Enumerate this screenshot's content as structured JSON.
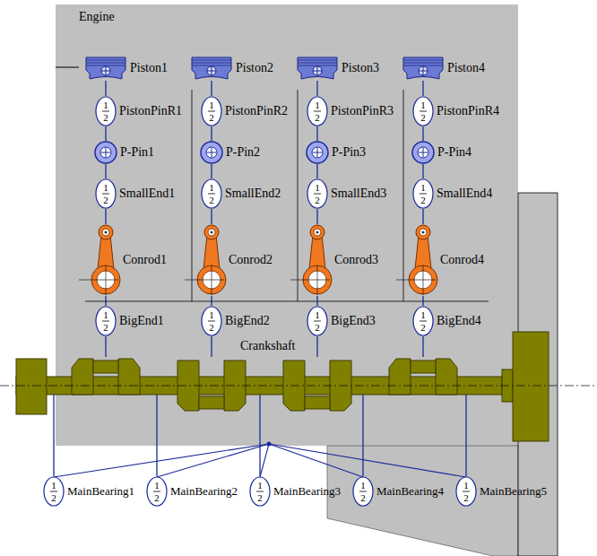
{
  "diagram": {
    "nodes": [
      {
        "text": [
          "Engine"
        ]
      },
      {
        "text": [
          "Piston1"
        ],
        "in": 0
      },
      {
        "text": [
          "Piston2"
        ],
        "in": 0
      },
      {
        "text": [
          "Piston3"
        ],
        "in": 0
      },
      {
        "text": [
          "Piston4"
        ],
        "in": 0
      },
      {
        "text": [
          "1 2",
          "PistonPinR1"
        ],
        "in": 0
      },
      {
        "text": [
          "1 2",
          "PistonPinR2"
        ],
        "in": 0
      },
      {
        "text": [
          "1 2",
          "PistonPinR3"
        ],
        "in": 0
      },
      {
        "text": [
          "1 2",
          "PistonPinR4"
        ],
        "in": 0
      },
      {
        "text": [
          "P-Pin1"
        ],
        "in": 0
      },
      {
        "text": [
          "P-Pin2"
        ],
        "in": 0
      },
      {
        "text": [
          "P-Pin3"
        ],
        "in": 0
      },
      {
        "text": [
          "P-Pin4"
        ],
        "in": 0
      },
      {
        "text": [
          "1 2",
          "SmallEnd1"
        ],
        "in": 0
      },
      {
        "text": [
          "1 2",
          "SmallEnd2"
        ],
        "in": 0
      },
      {
        "text": [
          "1 2",
          "SmallEnd3"
        ],
        "in": 0
      },
      {
        "text": [
          "1 2",
          "SmallEnd4"
        ],
        "in": 0
      },
      {
        "text": [
          "Conrod1"
        ],
        "in": 0
      },
      {
        "text": [
          "Conrod2"
        ],
        "in": 0
      },
      {
        "text": [
          "Conrod3"
        ],
        "in": 0
      },
      {
        "text": [
          "Conrod4"
        ],
        "in": 0
      },
      {
        "text": [
          "1 2",
          "BigEnd1"
        ],
        "in": 0
      },
      {
        "text": [
          "1 2",
          "BigEnd2"
        ],
        "in": 0
      },
      {
        "text": [
          "1 2",
          "BigEnd3"
        ],
        "in": 0
      },
      {
        "text": [
          "1 2",
          "BigEnd4"
        ],
        "in": 0
      },
      {
        "text": [
          "Crankshaft"
        ]
      },
      {
        "text": [
          "1 2",
          "MainBearing1"
        ]
      },
      {
        "text": [
          "1 2",
          "MainBearing2"
        ]
      },
      {
        "text": [
          "1 2",
          "MainBearing3"
        ]
      },
      {
        "text": [
          "1 2",
          "MainBearing4"
        ]
      },
      {
        "text": [
          "1 2",
          "MainBearing5"
        ]
      }
    ],
    "edges": [
      {
        "from": 1,
        "to": 5,
        "arrow": "none"
      },
      {
        "from": 5,
        "to": 9,
        "arrow": "none"
      },
      {
        "from": 9,
        "to": 13,
        "arrow": "none"
      },
      {
        "from": 13,
        "to": 17,
        "arrow": "none"
      },
      {
        "from": 17,
        "to": 21,
        "arrow": "none"
      },
      {
        "from": 21,
        "to": 25,
        "arrow": "none"
      },
      {
        "from": 2,
        "to": 6,
        "arrow": "none"
      },
      {
        "from": 6,
        "to": 10,
        "arrow": "none"
      },
      {
        "from": 10,
        "to": 14,
        "arrow": "none"
      },
      {
        "from": 14,
        "to": 18,
        "arrow": "none"
      },
      {
        "from": 18,
        "to": 22,
        "arrow": "none"
      },
      {
        "from": 22,
        "to": 25,
        "arrow": "none"
      },
      {
        "from": 3,
        "to": 7,
        "arrow": "none"
      },
      {
        "from": 7,
        "to": 11,
        "arrow": "none"
      },
      {
        "from": 11,
        "to": 15,
        "arrow": "none"
      },
      {
        "from": 15,
        "to": 19,
        "arrow": "none"
      },
      {
        "from": 19,
        "to": 23,
        "arrow": "none"
      },
      {
        "from": 23,
        "to": 25,
        "arrow": "none"
      },
      {
        "from": 4,
        "to": 8,
        "arrow": "none"
      },
      {
        "from": 8,
        "to": 12,
        "arrow": "none"
      },
      {
        "from": 12,
        "to": 16,
        "arrow": "none"
      },
      {
        "from": 16,
        "to": 20,
        "arrow": "none"
      },
      {
        "from": 20,
        "to": 24,
        "arrow": "none"
      },
      {
        "from": 24,
        "to": 25,
        "arrow": "none"
      },
      {
        "from": 26,
        "to": 25,
        "arrow": "none"
      },
      {
        "from": 27,
        "to": 25,
        "arrow": "none"
      },
      {
        "from": 28,
        "to": 25,
        "arrow": "none"
      },
      {
        "from": 29,
        "to": 25,
        "arrow": "none"
      },
      {
        "from": 30,
        "to": 25,
        "arrow": "none"
      }
    ]
  }
}
